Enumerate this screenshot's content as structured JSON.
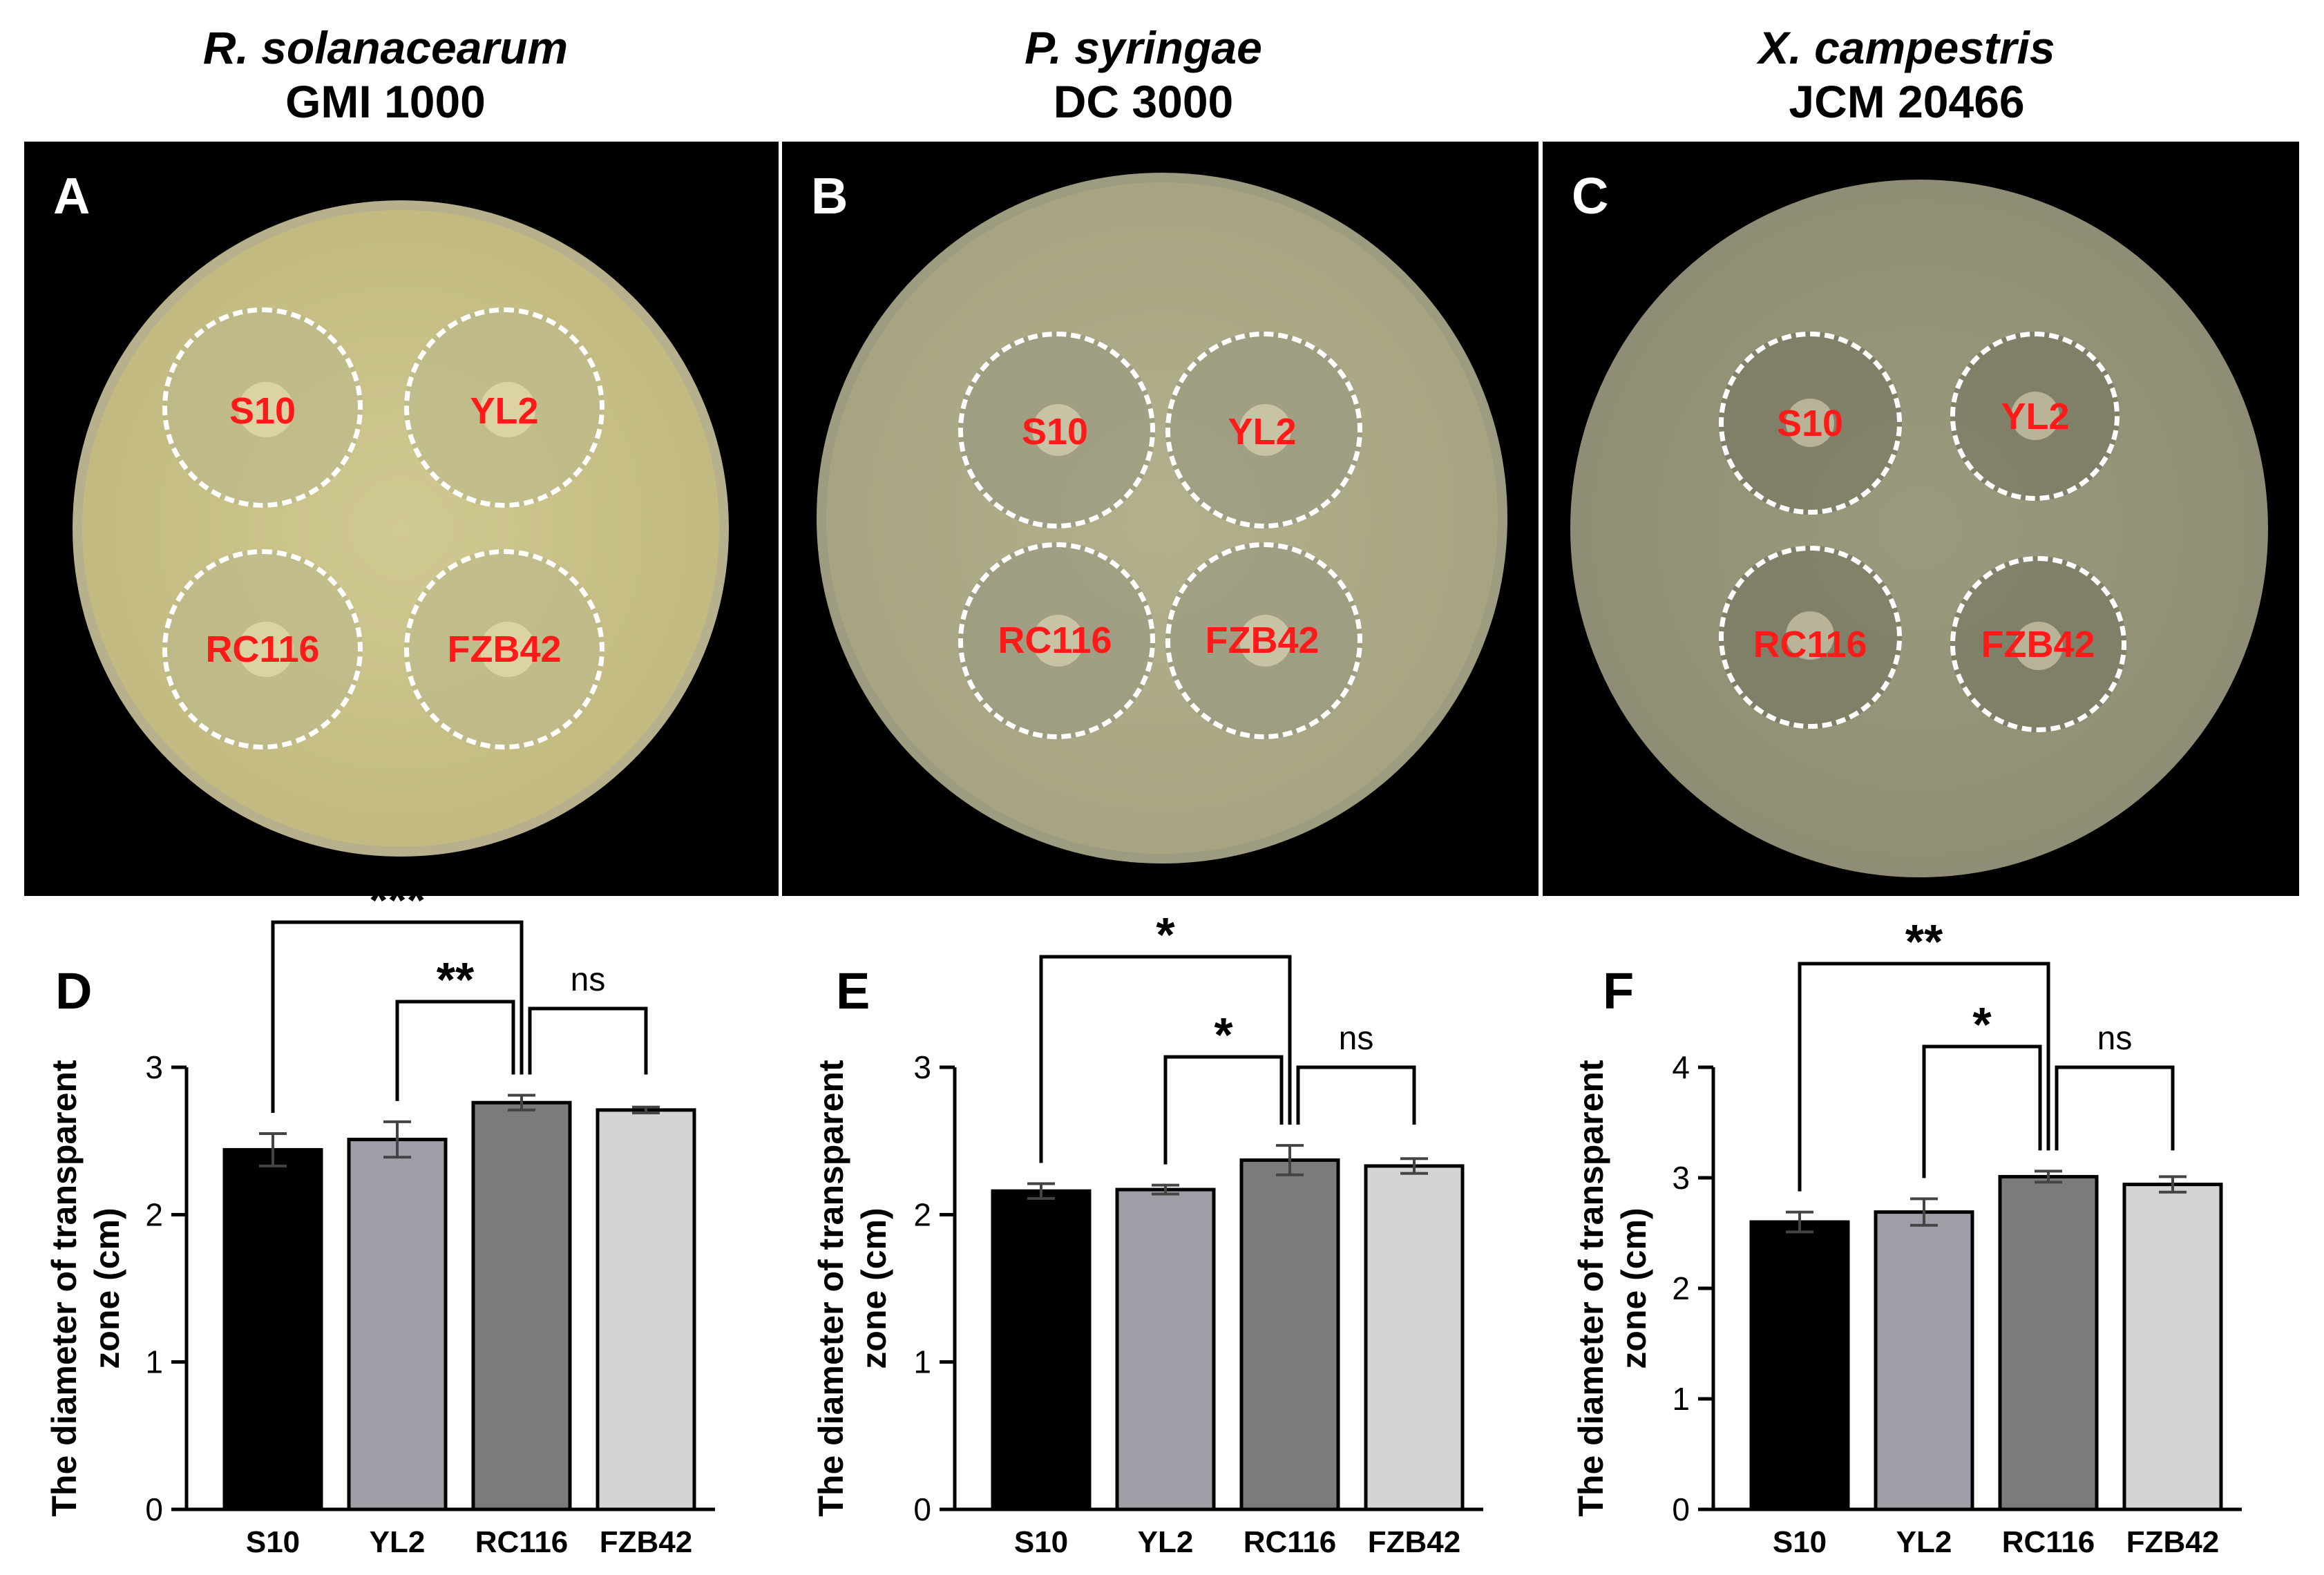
{
  "panels": [
    {
      "letter": "A",
      "species": "R. solanacearum",
      "strain": "GMI 1000"
    },
    {
      "letter": "B",
      "species": "P. syringae",
      "strain": "DC 3000"
    },
    {
      "letter": "C",
      "species": "X. campestris",
      "strain": "JCM 20466"
    }
  ],
  "plate_labels": [
    "S10",
    "YL2",
    "RC116",
    "FZB42"
  ],
  "colors": {
    "plate_yellow": "#c9c28a",
    "plate_grey": "#a8a585",
    "plate_dark": "#8c8b72",
    "label_red": "#ff1a1a",
    "bar_S10": "#000000",
    "bar_YL2": "#9e9ea6",
    "bar_RC116": "#7b7b7b",
    "bar_FZB42": "#d4d4d4"
  },
  "chart_data": [
    {
      "letter": "D",
      "type": "bar",
      "categories": [
        "S10",
        "YL2",
        "RC116",
        "FZB42"
      ],
      "values": [
        2.44,
        2.51,
        2.76,
        2.71
      ],
      "errors": [
        0.11,
        0.12,
        0.05,
        0.02
      ],
      "ylabel": "The diameter of transparent zone (cm)",
      "ylabel_lines": [
        "The diameter of transparent",
        "zone (cm)"
      ],
      "ylim": [
        0,
        3
      ],
      "yticks": [
        "0",
        "1",
        "2",
        "3"
      ],
      "significance": [
        {
          "from": "S10",
          "to": "RC116",
          "label": "***"
        },
        {
          "from": "YL2",
          "to": "RC116",
          "label": "**"
        },
        {
          "from": "RC116",
          "to": "FZB42",
          "label": "ns"
        }
      ]
    },
    {
      "letter": "E",
      "type": "bar",
      "categories": [
        "S10",
        "YL2",
        "RC116",
        "FZB42"
      ],
      "values": [
        2.16,
        2.17,
        2.37,
        2.33
      ],
      "errors": [
        0.05,
        0.03,
        0.1,
        0.05
      ],
      "ylabel": "The diameter of transparent zone (cm)",
      "ylabel_lines": [
        "The diameter of transparent",
        "zone (cm)"
      ],
      "ylim": [
        0,
        3
      ],
      "yticks": [
        "0",
        "1",
        "2",
        "3"
      ],
      "significance": [
        {
          "from": "S10",
          "to": "RC116",
          "label": "*"
        },
        {
          "from": "YL2",
          "to": "RC116",
          "label": "*"
        },
        {
          "from": "RC116",
          "to": "FZB42",
          "label": "ns"
        }
      ]
    },
    {
      "letter": "F",
      "type": "bar",
      "categories": [
        "S10",
        "YL2",
        "RC116",
        "FZB42"
      ],
      "values": [
        2.6,
        2.69,
        3.01,
        2.94
      ],
      "errors": [
        0.09,
        0.12,
        0.05,
        0.07
      ],
      "ylabel": "The diameter of transparent zone (cm)",
      "ylabel_lines": [
        "The diameter of transparent",
        "zone (cm)"
      ],
      "ylim": [
        0,
        4
      ],
      "yticks": [
        "0",
        "1",
        "2",
        "3",
        "4"
      ],
      "significance": [
        {
          "from": "S10",
          "to": "RC116",
          "label": "**"
        },
        {
          "from": "YL2",
          "to": "RC116",
          "label": "*"
        },
        {
          "from": "RC116",
          "to": "FZB42",
          "label": "ns"
        }
      ]
    }
  ]
}
